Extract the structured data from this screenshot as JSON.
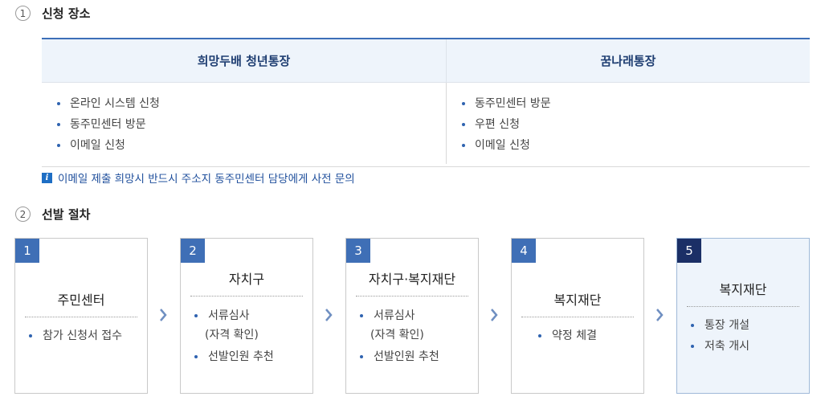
{
  "section1": {
    "num": "1",
    "title": "신청 장소"
  },
  "apply_table": {
    "headers": [
      "희망두배 청년통장",
      "꿈나래통장"
    ],
    "col1_items": [
      "온라인 시스템 신청",
      "동주민센터 방문",
      "이메일 신청"
    ],
    "col2_items": [
      "동주민센터 방문",
      "우편 신청",
      "이메일 신청"
    ]
  },
  "note": {
    "icon": "info-icon",
    "text": "이메일 제출 희망시 반드시 주소지 동주민센터 담당에게 사전 문의"
  },
  "section2": {
    "num": "2",
    "title": "선발 절차"
  },
  "steps": [
    {
      "num": "1",
      "title": "주민센터",
      "items": [
        [
          "참가 신청서 접수"
        ]
      ]
    },
    {
      "num": "2",
      "title": "자치구",
      "items": [
        [
          "서류심사",
          "(자격 확인)"
        ],
        [
          "선발인원 추천"
        ]
      ]
    },
    {
      "num": "3",
      "title": "자치구·복지재단",
      "items": [
        [
          "서류심사",
          "(자격 확인)"
        ],
        [
          "선발인원 추천"
        ]
      ]
    },
    {
      "num": "4",
      "title": "복지재단",
      "items": [
        [
          "약정 체결"
        ]
      ]
    },
    {
      "num": "5",
      "title": "복지재단",
      "items": [
        [
          "통장 개설"
        ],
        [
          "저축 개시"
        ]
      ],
      "active": true
    }
  ],
  "colors": {
    "accent": "#3c6fb8",
    "dark_accent": "#1b2f66",
    "header_bg": "#eef4fb"
  }
}
